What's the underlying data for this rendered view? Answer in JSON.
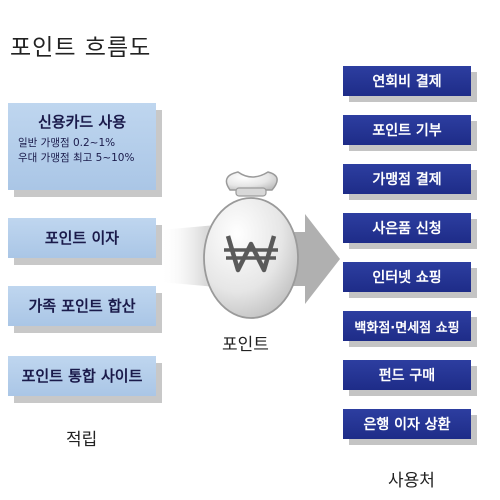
{
  "title": "포인트 흐름도",
  "accumulate": {
    "label": "적립",
    "items": [
      {
        "label": "신용카드 사용",
        "sub": [
          "일반 가맹점 0.2~1%",
          "우대 가맹점 최고 5~10%"
        ]
      },
      {
        "label": "포인트 이자"
      },
      {
        "label": "가족 포인트 합산"
      },
      {
        "label": "포인트 통합 사이트"
      }
    ]
  },
  "center": {
    "label": "포인트",
    "symbol": "₩"
  },
  "usage": {
    "label": "사용처",
    "items": [
      "연회비 결제",
      "포인트 기부",
      "가맹점 결제",
      "사은품 신청",
      "인터넷 쇼핑",
      "백화점·면세점 쇼핑",
      "펀드 구매",
      "은행 이자 상환"
    ]
  },
  "colors": {
    "left_box": "#aac6e6",
    "right_box": "#1e2c88",
    "arrow": "#c2c2c2"
  }
}
